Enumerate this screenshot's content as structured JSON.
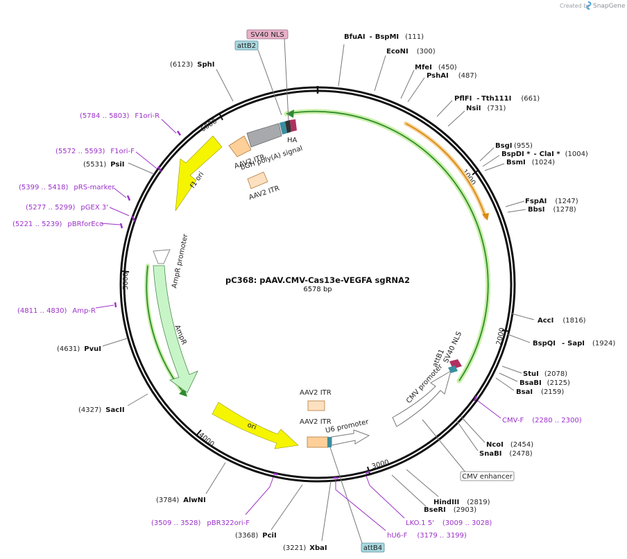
{
  "brand": {
    "created_by": "Created by",
    "name": "SnapGene"
  },
  "plasmid": {
    "name": "pC368: pAAV.CMV-Cas13e-VEGFA sgRNA2",
    "length": "6578 bp"
  },
  "ruler": [
    "1000",
    "2000",
    "3000",
    "4000",
    "5000",
    "6000"
  ],
  "sites": [
    {
      "name": "BfuAI",
      "name2": "BspMI",
      "pos": "(111)"
    },
    {
      "name": "EcoNI",
      "pos": "(300)"
    },
    {
      "name": "MfeI",
      "pos": "(450)"
    },
    {
      "name": "PshAI",
      "pos": "(487)"
    },
    {
      "name": "PflFI",
      "name2": "Tth111I",
      "pos": "(661)"
    },
    {
      "name": "NsiI",
      "pos": "(731)"
    },
    {
      "name": "BsgI",
      "pos": "(955)"
    },
    {
      "name": "BspDI *",
      "name2": "ClaI *",
      "pos": "(1004)"
    },
    {
      "name": "BsmI",
      "pos": "(1024)"
    },
    {
      "name": "FspAI",
      "pos": "(1247)"
    },
    {
      "name": "BbsI",
      "pos": "(1278)"
    },
    {
      "name": "AccI",
      "pos": "(1816)"
    },
    {
      "name": "BspQI",
      "name2": "SapI",
      "pos": "(1924)"
    },
    {
      "name": "StuI",
      "pos": "(2078)"
    },
    {
      "name": "BsaBI",
      "pos": "(2125)"
    },
    {
      "name": "BsaI",
      "pos": "(2159)"
    },
    {
      "name": "NcoI",
      "pos": "(2454)"
    },
    {
      "name": "SnaBI",
      "pos": "(2478)"
    },
    {
      "name": "HindIII",
      "pos": "(2819)"
    },
    {
      "name": "BseRI",
      "pos": "(2903)"
    },
    {
      "name": "XbaI",
      "pos": "(3221)"
    },
    {
      "name": "PciI",
      "pos": "(3368)"
    },
    {
      "name": "AlwNI",
      "pos": "(3784)"
    },
    {
      "name": "SacII",
      "pos": "(4327)"
    },
    {
      "name": "PvuI",
      "pos": "(4631)"
    },
    {
      "name": "PsiI",
      "pos": "(5531)"
    },
    {
      "name": "SphI",
      "pos": "(6123)"
    }
  ],
  "primers": [
    {
      "name": "CMV-F",
      "range": "(2280 .. 2300)"
    },
    {
      "name": "LKO.1 5'",
      "range": "(3009 .. 3028)"
    },
    {
      "name": "hU6-F",
      "range": "(3179 .. 3199)"
    },
    {
      "name": "pBR322ori-F",
      "range": "(3509 .. 3528)"
    },
    {
      "name": "Amp-R",
      "range": "(4811 .. 4830)"
    },
    {
      "name": "pBRforEco",
      "range": "(5221 .. 5239)"
    },
    {
      "name": "pGEX 3'",
      "range": "(5277 .. 5299)"
    },
    {
      "name": "pRS-marker",
      "range": "(5399 .. 5418)"
    },
    {
      "name": "F1ori-F",
      "range": "(5572 .. 5593)"
    },
    {
      "name": "F1ori-R",
      "range": "(5784 .. 5803)"
    }
  ],
  "features": {
    "sv40_nls_top": "SV40 NLS",
    "attb2": "attB2",
    "ha": "HA",
    "aav2_itr": "AAV2 ITR",
    "bgh": "bGH poly(A) signal",
    "aav2_itr_b": "AAV2 ITR",
    "f1_ori": "f1 ori",
    "ampr_promoter": "AmpR promoter",
    "ampr": "AmpR",
    "ori": "ori",
    "aav2_itr_c": "AAV2 ITR",
    "aav2_itr_d": "AAV2 ITR",
    "u6_promoter": "U6 promoter",
    "attb1": "attB1",
    "sv40_nls": "SV40 NLS",
    "cmv_promoter": "CMV promoter",
    "cmv_enhancer": "CMV enhancer",
    "attb4": "attB4"
  },
  "colors": {
    "backbone": "#111111",
    "green_arrow": "#2e8b2e",
    "green_halo": "#c9f0a8",
    "orange_arrow": "#d98a10",
    "ori_yellow": "#f5f500",
    "ampr_green": "#c8f5c8",
    "itr_orange": "#ffcf9a",
    "primer": "#9b30c8",
    "attb_blue": "#a8d8e0",
    "sv40_pink": "#e8b0c8"
  }
}
